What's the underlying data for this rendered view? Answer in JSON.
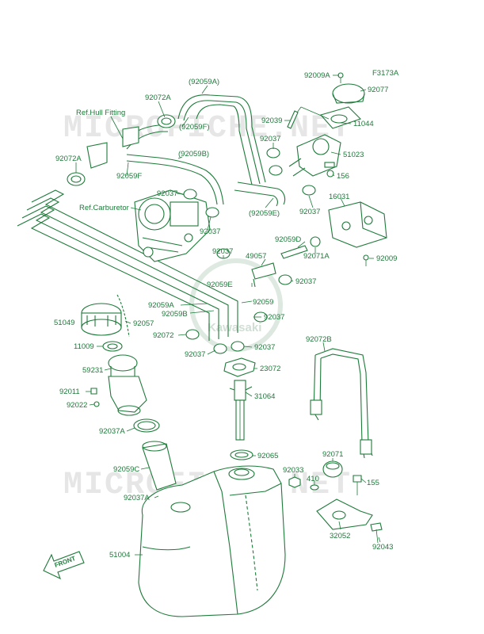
{
  "figure_code": "F3173A",
  "watermark": "MICROFICHE.NET",
  "brand_watermark": "Kawasaki",
  "front_label": "FRONT",
  "colors": {
    "line": "#1e7a3a",
    "watermark": "#e6e6e6",
    "background": "#ffffff"
  },
  "parts": {
    "p92009A": "92009A",
    "p92077": "92077",
    "p92059A_top": "(92059A)",
    "ref_hull_fitting": "Ref.Hull Fitting",
    "p92072A_top": "92072A",
    "p92059F_paren": "(92059F)",
    "p92039": "92039",
    "p11044": "11044",
    "p92037_a": "92037",
    "p51023": "51023",
    "p92072A_left": "92072A",
    "p92059B_paren": "(92059B)",
    "p156": "156",
    "p92059F": "92059F",
    "p92037_b": "92037",
    "ref_carburetor": "Ref.Carburetor",
    "p92037_c": "92037",
    "p92059E_paren": "(92059E)",
    "p92037_d": "92037",
    "p16031": "16031",
    "p92059D": "92059D",
    "p92037_e": "92037",
    "p49057": "49057",
    "p92071A": "92071A",
    "p92009": "92009",
    "p92059E": "92059E",
    "p92037_f": "92037",
    "p92059A": "92059A",
    "p92059": "92059",
    "p92059B": "92059B",
    "p51049": "51049",
    "p92057": "92057",
    "p92037_g": "92037",
    "p92072": "92072",
    "p92037_h": "92037",
    "p11009": "11009",
    "p92037_i": "92037",
    "p92072B": "92072B",
    "p23072": "23072",
    "p59231": "59231",
    "p31064": "31064",
    "p92011": "92011",
    "p92022": "92022",
    "p92037A_a": "92037A",
    "p92065": "92065",
    "p92071": "92071",
    "p92059C": "92059C",
    "p92033": "92033",
    "p410": "410",
    "p155": "155",
    "p92037A_b": "92037A",
    "p51004": "51004",
    "p32052": "32052",
    "p92043": "92043"
  }
}
